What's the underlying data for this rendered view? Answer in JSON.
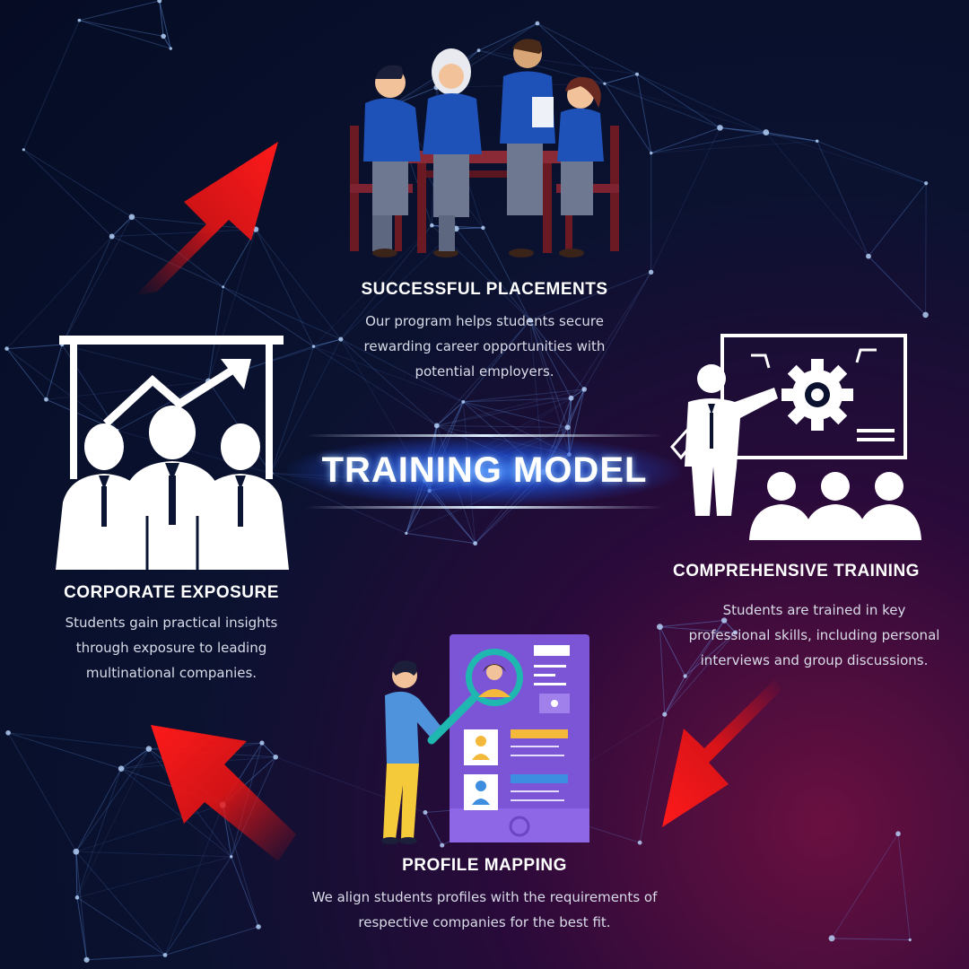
{
  "title": "TRAINING MODEL",
  "colors": {
    "arrow": "#e81414",
    "accent_blue": "#1e5fd8",
    "network": "#6fa8ff",
    "background": "#050c24"
  },
  "steps": {
    "placements": {
      "heading": "SUCCESSFUL PLACEMENTS",
      "lines": [
        "Our program helps students secure",
        "rewarding career opportunities with",
        "potential employers."
      ],
      "icon": "students-meeting-illustration"
    },
    "training": {
      "heading": "COMPREHENSIVE TRAINING",
      "lines": [
        "Students are trained in key",
        "professional skills, including personal",
        "interviews and group discussions."
      ],
      "icon": "trainer-presentation-icon"
    },
    "profile": {
      "heading": "PROFILE MAPPING",
      "lines": [
        "We align students profiles with the requirements of",
        "respective companies for the best fit."
      ],
      "icon": "profile-search-illustration"
    },
    "corporate": {
      "heading": "CORPORATE EXPOSURE",
      "lines": [
        "Students gain practical insights",
        "through exposure to leading",
        "multinational companies."
      ],
      "icon": "business-growth-icon"
    }
  }
}
